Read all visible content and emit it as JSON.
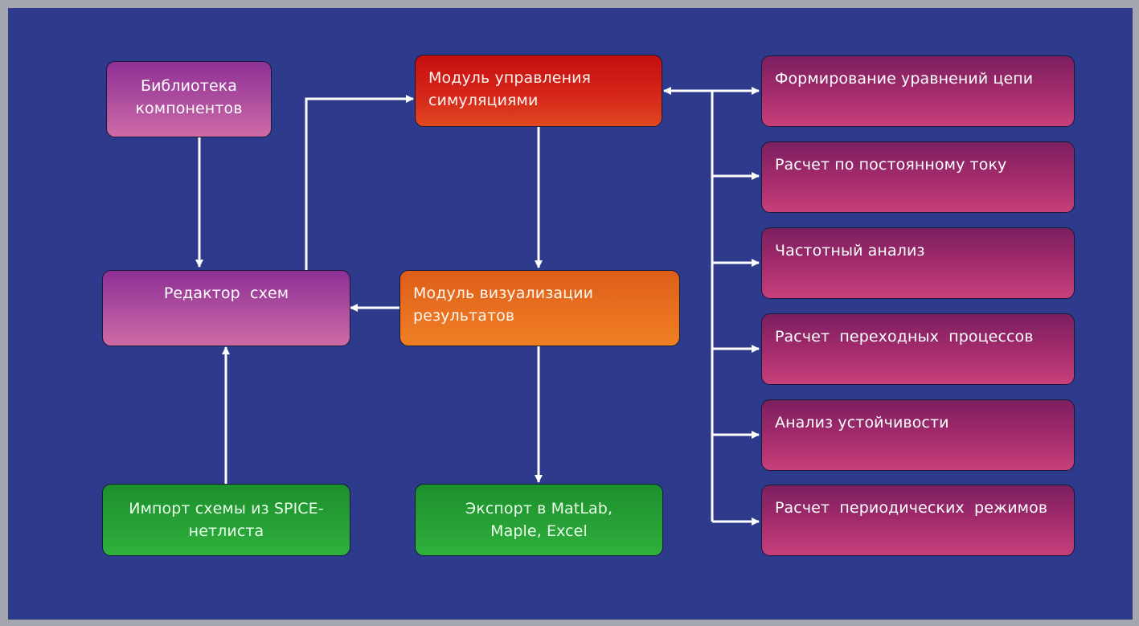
{
  "boxes": {
    "library": {
      "line1": "Библиотека",
      "line2": "компонентов"
    },
    "sim_control": {
      "line1": "Модуль управления",
      "line2": "симуляциями"
    },
    "schematic_editor": {
      "line1": "Редактор  схем"
    },
    "visualization": {
      "line1": "Модуль визуализации",
      "line2": "результатов"
    },
    "spice_import": {
      "line1": "Импорт схемы из SPICE-",
      "line2": "нетлиста"
    },
    "export": {
      "line1": "Экспорт в MatLab,",
      "line2": "Maple, Excel"
    }
  },
  "analyses": [
    {
      "label": "Формирование уравнений цепи"
    },
    {
      "label": "Расчет по постоянному току"
    },
    {
      "label": "Частотный анализ"
    },
    {
      "label": "Расчет  переходных  процессов"
    },
    {
      "label": "Анализ устойчивости"
    },
    {
      "label": "Расчет  периодических  режимов"
    }
  ],
  "colors": {
    "background": "#2e3b8c",
    "frame": "#a4a6b0",
    "arrow": "#ffffff",
    "library_box": "#b0509f",
    "sim_control_box": "#d7281b",
    "visualization_box": "#e9701f",
    "io_box": "#27a036",
    "analysis_box": "#a32b6c"
  }
}
